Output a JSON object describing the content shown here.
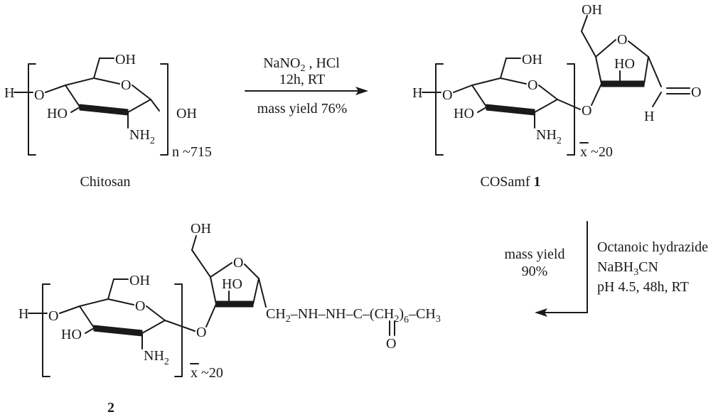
{
  "reagents_step1": {
    "line1_a": "NaNO",
    "line1_sub": "2",
    "line1_b": " , HCl",
    "line2": "12h, RT",
    "yield": "mass yield 76%"
  },
  "reagents_step2": {
    "line1": "Octanoic hydrazide",
    "line2_a": "NaBH",
    "line2_sub": "3",
    "line2_b": "CN",
    "line3": "pH 4.5, 48h, RT",
    "yield_line1": "mass yield",
    "yield_line2": "90%"
  },
  "chitosan": {
    "label": "Chitosan",
    "h": "H",
    "o": "O",
    "oh_top": "OH",
    "ring_o": "O",
    "ho": "HO",
    "oh_end": "OH",
    "nh": "NH",
    "nh_sub": "2",
    "repeat": "n ~715"
  },
  "cosamf": {
    "label": "COSamf ",
    "label_num": "1",
    "h": "H",
    "o": "O",
    "oh_top": "OH",
    "ring_o": "O",
    "ho": "HO",
    "nh": "NH",
    "nh_sub": "2",
    "repeat_x": "x",
    "repeat_n": " ~20",
    "link_o": "O",
    "f_oh": "OH",
    "f_ring_o": "O",
    "f_ho": "HO",
    "ald_o": "O",
    "ald_h": "H"
  },
  "product2": {
    "label": "2",
    "h": "H",
    "o": "O",
    "oh_top": "OH",
    "ring_o": "O",
    "ho": "HO",
    "nh": "NH",
    "nh_sub": "2",
    "repeat_x": "x",
    "repeat_n": " ~20",
    "link_o": "O",
    "f_oh": "OH",
    "f_ring_o": "O",
    "f_ho": "HO",
    "chain_a": "CH",
    "chain_a_sub": "2",
    "chain_b": "NH",
    "chain_c": "NH",
    "chain_d": "C",
    "chain_e": "(CH",
    "chain_e_sub": "2",
    "chain_f": ")",
    "chain_f_sub": "6",
    "chain_g": "CH",
    "chain_g_sub": "3",
    "carbonyl_o": "O"
  }
}
